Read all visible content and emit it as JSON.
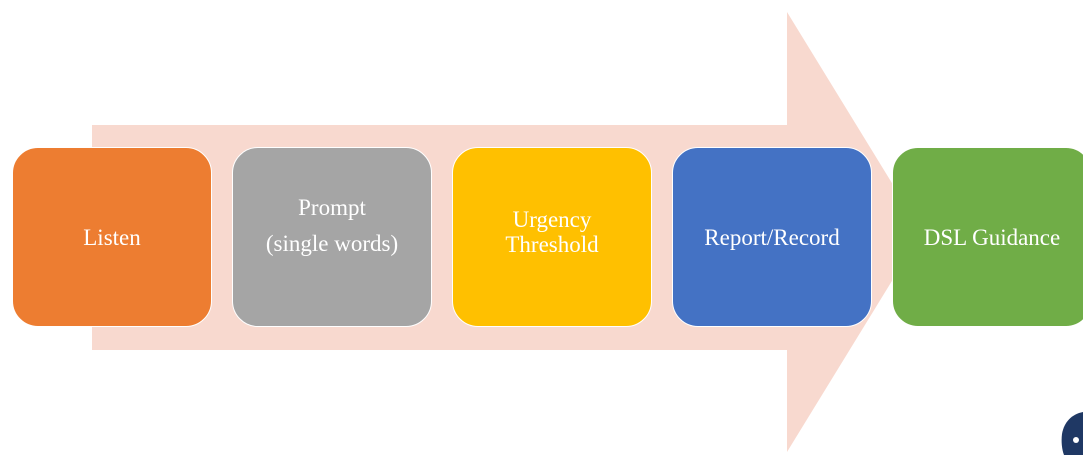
{
  "diagram": {
    "arrow_color": "#f8d9cf",
    "steps": [
      {
        "label": "Listen",
        "color": "#ed7d31"
      },
      {
        "label": "Prompt\n(single words)",
        "color": "#a5a5a5"
      },
      {
        "label": "Urgency\nThreshold",
        "color": "#ffc000"
      },
      {
        "label": "Report/Record",
        "color": "#4472c4"
      },
      {
        "label": "DSL Guidance",
        "color": "#70ad47"
      }
    ]
  },
  "logo": {
    "color": "#1f3864",
    "icon": "crest-logo"
  }
}
